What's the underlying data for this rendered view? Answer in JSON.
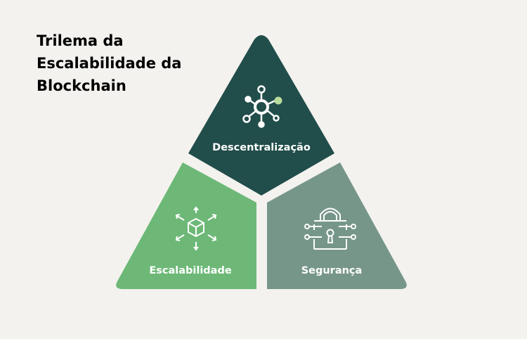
{
  "title": "Trilema da Escalabilidade da Blockchain",
  "segments": [
    {
      "label": "Descentralização",
      "icon": "network-nodes-icon",
      "color": "#214d4a"
    },
    {
      "label": "Escalabilidade",
      "icon": "expanding-cube-icon",
      "color": "#6db877"
    },
    {
      "label": "Segurança",
      "icon": "circuit-lock-icon",
      "color": "#77968a"
    }
  ],
  "accent": "#b9dc9a"
}
